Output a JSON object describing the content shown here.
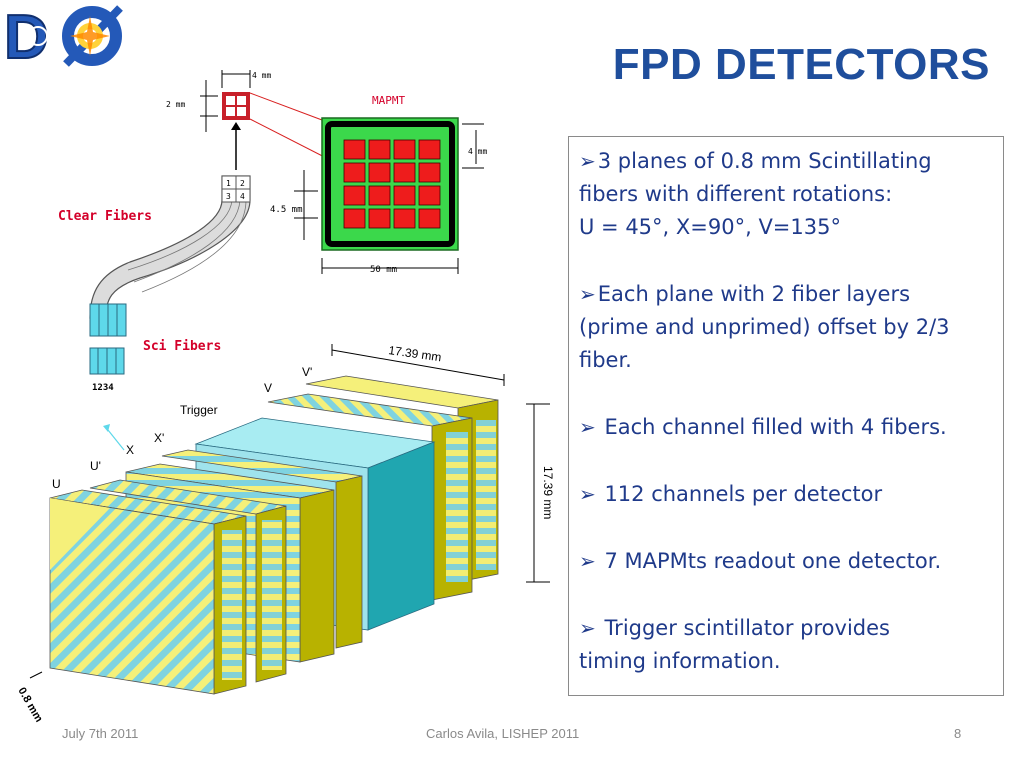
{
  "slide": {
    "title": "FPD DETECTORS",
    "logo_text": "DØ",
    "bullets": [
      {
        "arrow": "➢",
        "lines": [
          "3  planes of 0.8 mm Scintillating",
          "fibers with different rotations:",
          "U = 45°, X=90°, V=135°"
        ]
      },
      {
        "arrow": "➢",
        "lines": [
          "Each plane  with 2 fiber layers",
          "(prime and unprimed) offset by 2/3",
          "fiber."
        ]
      },
      {
        "arrow": "➢",
        "lines": [
          " Each channel filled with 4 fibers."
        ]
      },
      {
        "arrow": "➢",
        "lines": [
          " 112 channels per detector"
        ]
      },
      {
        "arrow": "➢",
        "lines": [
          " 7 MAPMts readout one detector."
        ]
      },
      {
        "arrow": "➢",
        "lines": [
          " Trigger scintillator  provides",
          "timing information."
        ]
      }
    ],
    "footer": {
      "date": "July 7th 2011",
      "author": "Carlos Avila, LISHEP 2011",
      "page": "8"
    }
  },
  "diagram": {
    "labels": {
      "dim_4mm_top": "4 mm",
      "dim_2mm": "2 mm",
      "mapmt": "MAPMT",
      "dim_4mm_right": "4 mm",
      "dim_45mm": "4.5 mm",
      "dim_50mm": "50 mm",
      "clear_fibers": "Clear Fibers",
      "sci_fibers": "Sci Fibers",
      "fiber_numbers_top": [
        "1",
        "2",
        "3",
        "4"
      ],
      "fiber_numbers_bottom": "1234",
      "dim_1739_top": "17.39 mm",
      "dim_1739_side": "17.39 mm",
      "dim_08": "0.8 mm",
      "plane_V_prime": "V'",
      "plane_V": "V",
      "plane_trigger": "Trigger",
      "plane_X_prime": "X'",
      "plane_X": "X",
      "plane_U_prime": "U'",
      "plane_U": "U"
    },
    "colors": {
      "title": "#1f4e9c",
      "text": "#1f3a8a",
      "plate_yellow": "#f5f07a",
      "plate_side": "#b8b200",
      "stripe_cyan": "#7fd3e0",
      "trigger_front": "#20a6b0",
      "trigger_top": "#a8ecf2",
      "mapmt_green": "#3bd84b",
      "mapmt_red": "#ee1c1c",
      "label_red": "#d4002a"
    }
  }
}
